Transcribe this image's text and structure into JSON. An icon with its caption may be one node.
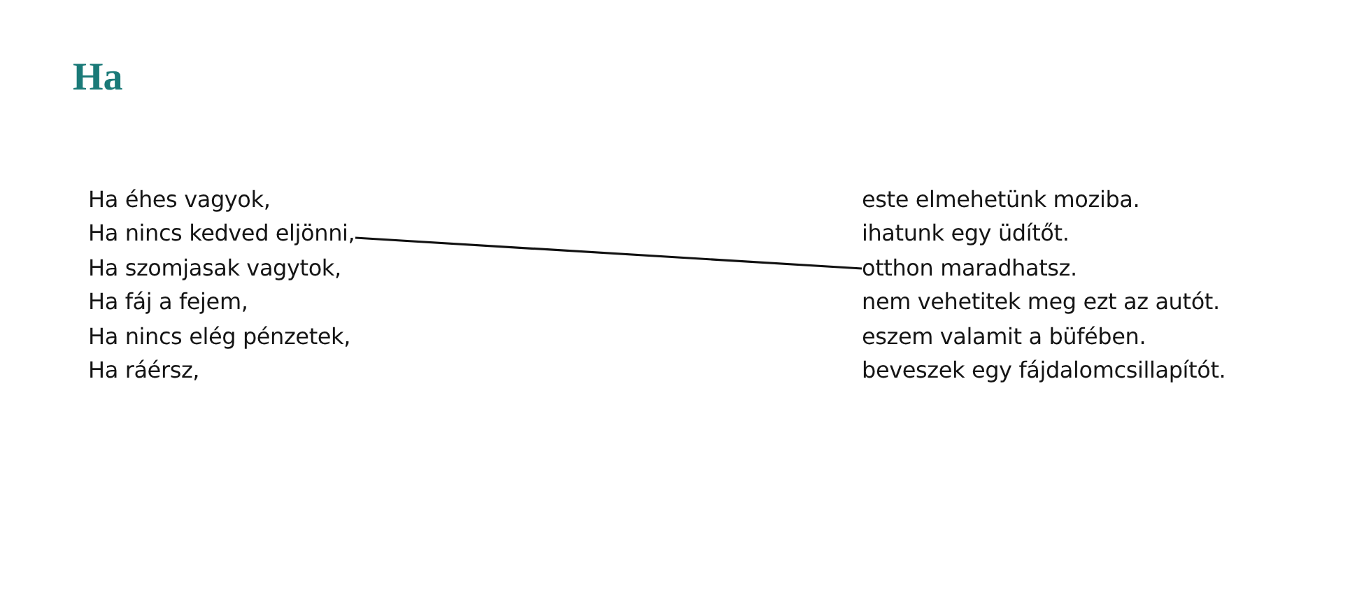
{
  "diagram": {
    "title": "Ha",
    "nodes": [
      {
        "text": [
          "Ha éhes vagyok,"
        ]
      },
      {
        "text": [
          "Ha nincs kedved eljönni,"
        ]
      },
      {
        "text": [
          "Ha szomjasak vagytok,"
        ]
      },
      {
        "text": [
          "Ha fáj a fejem,"
        ]
      },
      {
        "text": [
          "Ha nincs elég pénzetek,"
        ]
      },
      {
        "text": [
          "Ha ráérsz,"
        ]
      },
      {
        "text": [
          "este elmehetünk moziba."
        ]
      },
      {
        "text": [
          "ihatunk egy üdítőt."
        ]
      },
      {
        "text": [
          "otthon maradhatsz."
        ]
      },
      {
        "text": [
          "nem vehetitek meg ezt az autót."
        ]
      },
      {
        "text": [
          "eszem valamit a büfében."
        ]
      },
      {
        "text": [
          "beveszek egy fájdalomcsillapítót."
        ]
      }
    ],
    "edges": [
      {
        "from": 1,
        "to": 8,
        "arrow": "none"
      }
    ]
  }
}
